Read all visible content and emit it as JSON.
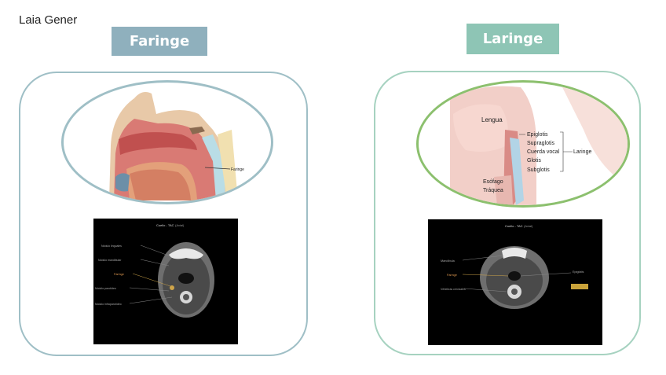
{
  "author": "Laia Gener",
  "faringe": {
    "title": "Faringe",
    "illustration_label": "Faringe",
    "ct": {
      "title": "Cuello - TAC",
      "title_note": "(Axial)",
      "labels": [
        "Nódulo linguales",
        "Nódulo mandibular",
        "Faringe",
        "Nódulo parotídeo",
        "Nódulo infraparotídeo"
      ]
    }
  },
  "laringe": {
    "title": "Laringe",
    "illustration": {
      "lengua": "Lengua",
      "epiglotis": "Epiglotis",
      "supraglotis": "Supraglotis",
      "cuerda_vocal": "Cuerda vocal",
      "glotis": "Glotis",
      "subglotis": "Subglotis",
      "laringe": "Laringe",
      "esofago": "Esófago",
      "traquea": "Tráquea"
    },
    "ct": {
      "title": "Cuello - TAC",
      "title_note": "(Axial)",
      "labels": [
        "Mandíbula",
        "Faringe",
        "Vértebras cervicales",
        "Epiglotis"
      ]
    }
  },
  "colors": {
    "faringe_title_bg": "#8fb0bd",
    "laringe_title_bg": "#8ec5b5",
    "faringe_border": "#9fbfc6",
    "laringe_border": "#a6d2c0",
    "laringe_ellipse_border": "#8cc06e"
  }
}
